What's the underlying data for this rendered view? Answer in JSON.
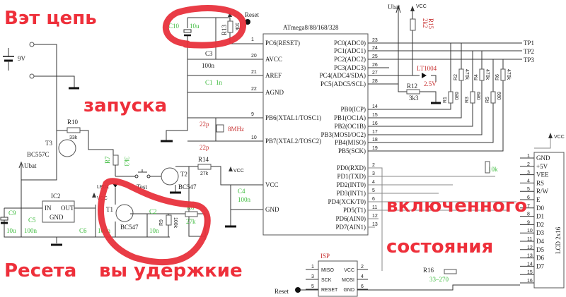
{
  "battery": {
    "label": "9V"
  },
  "mcu": {
    "title": "ATmega8/88/168/328",
    "left_pins": [
      {
        "num": "1",
        "name": "PC6(RESET)"
      },
      {
        "num": "20",
        "name": "AVCC"
      },
      {
        "num": "21",
        "name": "AREF"
      },
      {
        "num": "22",
        "name": "AGND"
      },
      {
        "num": "9",
        "name": "PB6(XTAL1/TOSC1)"
      },
      {
        "num": "10",
        "name": "PB7(XTAL2/TOSC2)"
      },
      {
        "num": "",
        "name": "VCC"
      },
      {
        "num": "",
        "name": "GND"
      }
    ],
    "right_pins": [
      {
        "num": "23",
        "name": "PC0(ADC0)"
      },
      {
        "num": "24",
        "name": "PC1(ADC1)"
      },
      {
        "num": "25",
        "name": "PC2(ADC2)"
      },
      {
        "num": "26",
        "name": "PC3(ADC3)"
      },
      {
        "num": "27",
        "name": "PC4(ADC4/SDA)"
      },
      {
        "num": "28",
        "name": "PC5(ADC5/SCL)"
      },
      {
        "num": "14",
        "name": "PB0(ICP)"
      },
      {
        "num": "15",
        "name": "PB1(OC1A)"
      },
      {
        "num": "16",
        "name": "PB2(OC1B)"
      },
      {
        "num": "17",
        "name": "PB3(MOSI/OC2)"
      },
      {
        "num": "18",
        "name": "PB4(MISO)"
      },
      {
        "num": "19",
        "name": "PB5(SCK)"
      },
      {
        "num": "2",
        "name": "PD0(RXD)"
      },
      {
        "num": "3",
        "name": "PD1(TXD)"
      },
      {
        "num": "4",
        "name": "PD2(INT0)"
      },
      {
        "num": "5",
        "name": "PD3(INT1)"
      },
      {
        "num": "6",
        "name": "PD4(XCK/T0)"
      },
      {
        "num": "11",
        "name": "PD5(T1)"
      },
      {
        "num": "12",
        "name": "PD6(AIN0)"
      },
      {
        "num": "13",
        "name": "PD7(AIN1)"
      }
    ]
  },
  "test_points": [
    "TP1",
    "TP2",
    "TP3"
  ],
  "labels": {
    "reset": "Reset",
    "ubat": "Ubat",
    "vcc": "VCC",
    "test": "Test",
    "led": "LED1"
  },
  "components": {
    "c10": {
      "ref": "C10",
      "value": "10u"
    },
    "r13": {
      "ref": "R13",
      "value": "10k"
    },
    "c3": {
      "ref": "C3",
      "value": "100n"
    },
    "c1": {
      "ref": "C1",
      "value": "1n"
    },
    "c_xtal": {
      "value": "22p"
    },
    "crystal": {
      "value": "8MHz"
    },
    "r10": {
      "ref": "R10",
      "value": "33k"
    },
    "t3": {
      "ref": "T3",
      "value": "BC557C"
    },
    "r7": {
      "ref": "R7",
      "value": "3k3"
    },
    "t2": {
      "ref": "T2",
      "value": "BC547"
    },
    "r14": {
      "ref": "R14",
      "value": "27k"
    },
    "c4": {
      "ref": "C4",
      "value": "100n"
    },
    "ic2": {
      "ref": "IC2",
      "in": "IN",
      "out": "OUT",
      "gnd": "GND"
    },
    "c9": {
      "ref": "C9",
      "value": "10u"
    },
    "c5": {
      "ref": "C5",
      "value": "100n"
    },
    "c6": {
      "ref": "C6",
      "value": "100n"
    },
    "t1": {
      "ref": "T1",
      "value": "BC547"
    },
    "c2": {
      "ref": "C2",
      "value": "10n"
    },
    "r9": {
      "ref": "R9",
      "value": "100k"
    },
    "r8": {
      "ref": "R8",
      "value": "27k"
    },
    "r15": {
      "ref": "R15",
      "value": "2k2"
    },
    "lt1004": {
      "ref": "LT1004",
      "value": "2.5V"
    },
    "r12": {
      "ref": "R12",
      "value": "3k3"
    },
    "r1": {
      "ref": "R1",
      "value": "680"
    },
    "r2": {
      "ref": "R2",
      "value": "470k"
    },
    "r3": {
      "ref": "R3",
      "value": "680"
    },
    "r4": {
      "ref": "R4",
      "value": "470k"
    },
    "r5": {
      "ref": "R5",
      "value": "680"
    },
    "r6": {
      "ref": "R6",
      "value": "470k"
    },
    "pot": {
      "value": "10k"
    },
    "r16": {
      "ref": "R16",
      "value": "33–270"
    }
  },
  "lcd": {
    "title": "LCD 2x16",
    "pins": [
      {
        "num": "1",
        "name": "GND"
      },
      {
        "num": "2",
        "name": "+5V"
      },
      {
        "num": "3",
        "name": "VEE"
      },
      {
        "num": "4",
        "name": "RS"
      },
      {
        "num": "5",
        "name": "R/W"
      },
      {
        "num": "6",
        "name": "E"
      },
      {
        "num": "7",
        "name": "D0"
      },
      {
        "num": "8",
        "name": "D1"
      },
      {
        "num": "9",
        "name": "D2"
      },
      {
        "num": "10",
        "name": "D3"
      },
      {
        "num": "11",
        "name": "D4"
      },
      {
        "num": "12",
        "name": "D5"
      },
      {
        "num": "13",
        "name": "D6"
      },
      {
        "num": "14",
        "name": "D7"
      },
      {
        "num": "15",
        "name": ""
      },
      {
        "num": "16",
        "name": ""
      }
    ]
  },
  "isp": {
    "title": "ISP",
    "pins": [
      {
        "num": "1",
        "name": "MISO"
      },
      {
        "num": "2",
        "name": "VCC"
      },
      {
        "num": "3",
        "name": "SCK"
      },
      {
        "num": "4",
        "name": "MOSI"
      },
      {
        "num": "5",
        "name": "RESET"
      },
      {
        "num": "6",
        "name": "GND"
      }
    ]
  },
  "annotations": {
    "line1": "Вэт цепь",
    "line2": "запуска",
    "line3": "Ресета",
    "line4": "вы удержкие",
    "line5": "включенного",
    "line6": "состояния"
  }
}
